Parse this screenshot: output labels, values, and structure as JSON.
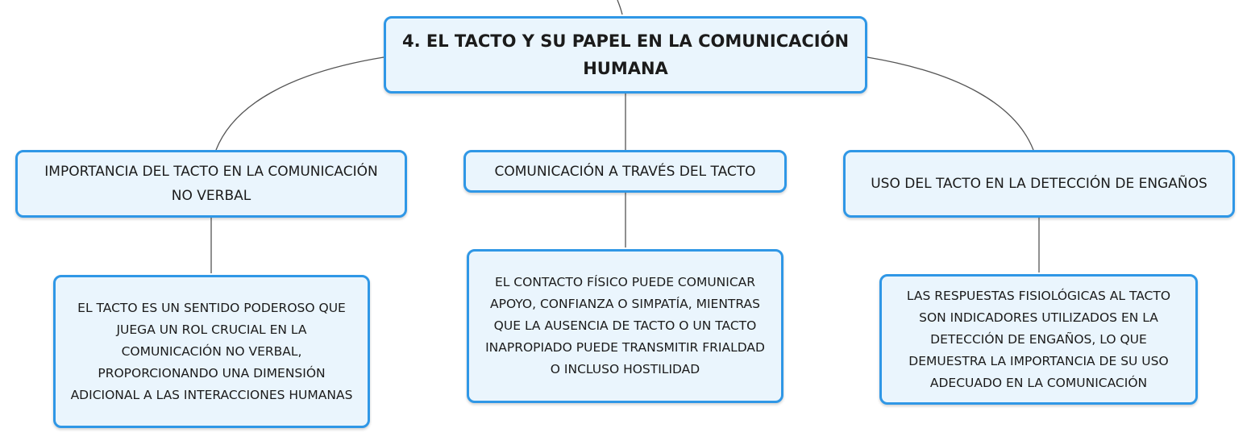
{
  "diagram": {
    "root": {
      "text": "4. EL TACTO Y SU PAPEL EN LA COMUNICACIÓN\nHUMANA"
    },
    "branches": [
      {
        "label": "IMPORTANCIA DEL TACTO EN LA COMUNICACIÓN\nNO VERBAL",
        "detail": "EL TACTO ES UN SENTIDO PODEROSO QUE\nJUEGA UN ROL CRUCIAL EN LA\nCOMUNICACIÓN NO VERBAL,\nPROPORCIONANDO UNA DIMENSIÓN\nADICIONAL A LAS INTERACCIONES HUMANAS"
      },
      {
        "label": "COMUNICACIÓN A TRAVÉS DEL TACTO",
        "detail": "EL CONTACTO FÍSICO PUEDE COMUNICAR\nAPOYO, CONFIANZA O SIMPATÍA, MIENTRAS\nQUE LA AUSENCIA DE TACTO O UN TACTO\nINAPROPIADO PUEDE TRANSMITIR FRIALDAD\nO INCLUSO HOSTILIDAD"
      },
      {
        "label": "USO DEL TACTO EN LA DETECCIÓN DE ENGAÑOS",
        "detail": "LAS RESPUESTAS FISIOLÓGICAS AL TACTO\nSON INDICADORES UTILIZADOS EN LA\nDETECCIÓN DE ENGAÑOS, LO QUE\nDEMUESTRA LA IMPORTANCIA DE SU USO\nADECUADO EN LA COMUNICACIÓN"
      }
    ],
    "colors": {
      "node_border": "#2f97e6",
      "node_fill": "#eaf5fd",
      "connector": "#555555"
    }
  }
}
